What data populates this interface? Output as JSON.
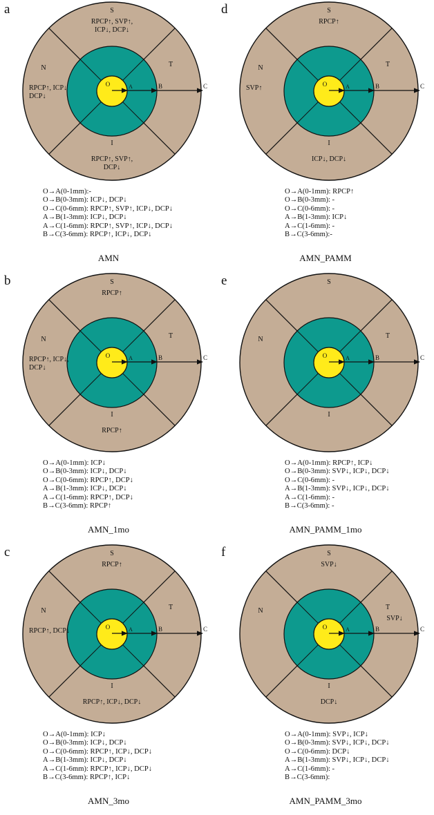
{
  "colors": {
    "outer_ring": "#c4ad96",
    "inner_ring": "#0d9a8e",
    "center": "#ffeb1a",
    "stroke": "#111111"
  },
  "labels": {
    "S": "S",
    "N": "N",
    "T": "T",
    "I": "I",
    "O": "O",
    "A": "A",
    "B": "B",
    "C": "C"
  },
  "panels": [
    {
      "letter": "a",
      "title": "AMN",
      "S": [
        "RPCP↑, SVP↑,",
        "ICP↓, DCP↓"
      ],
      "N": [
        "RPCP↑, ICP↓",
        "DCP↓"
      ],
      "T": [],
      "I": [
        "RPCP↑, SVP↑,",
        "DCP↓"
      ],
      "list": [
        "O→A(0-1mm):-",
        "O→B(0-3mm): ICP↓, DCP↓",
        "O→C(0-6mm): RPCP↑, SVP↑, ICP↓, DCP↓",
        "A→B(1-3mm): ICP↓, DCP↓",
        "A→C(1-6mm): RPCP↑, SVP↑, ICP↓, DCP↓",
        "B→C(3-6mm): RPCP↑, ICP↓, DCP↓"
      ]
    },
    {
      "letter": "b",
      "title": "AMN_1mo",
      "S": [
        "RPCP↑"
      ],
      "N": [
        "RPCP↑, ICP↓,",
        "DCP↓"
      ],
      "T": [],
      "I": [
        "RPCP↑"
      ],
      "list": [
        "O→A(0-1mm): ICP↓",
        "O→B(0-3mm): ICP↓, DCP↓",
        "O→C(0-6mm): RPCP↑, DCP↓",
        "A→B(1-3mm): ICP↓, DCP↓",
        "A→C(1-6mm): RPCP↑, DCP↓",
        "B→C(3-6mm): RPCP↑"
      ]
    },
    {
      "letter": "c",
      "title": "AMN_3mo",
      "S": [
        "RPCP↑"
      ],
      "N": [
        "RPCP↑, DCP↓"
      ],
      "T": [],
      "I": [
        "RPCP↑, ICP↓, DCP↓"
      ],
      "list": [
        "O→A(0-1mm): ICP↓",
        "O→B(0-3mm): ICP↓, DCP↓",
        "O→C(0-6mm): RPCP↑, ICP↓, DCP↓",
        "A→B(1-3mm): ICP↓, DCP↓",
        "A→C(1-6mm): RPCP↑, ICP↓, DCP↓",
        "B→C(3-6mm): RPCP↑, ICP↓"
      ]
    },
    {
      "letter": "d",
      "title": "AMN_PAMM",
      "S": [
        "RPCP↑"
      ],
      "N": [
        "SVP↑"
      ],
      "T": [],
      "I": [
        "ICP↓, DCP↓"
      ],
      "list": [
        "O→A(0-1mm): RPCP↑",
        "O→B(0-3mm): -",
        "O→C(0-6mm): -",
        "A→B(1-3mm): ICP↓",
        "A→C(1-6mm): -",
        "B→C(3-6mm):-"
      ]
    },
    {
      "letter": "e",
      "title": "AMN_PAMM_1mo",
      "S": [],
      "N": [],
      "T": [],
      "I": [],
      "list": [
        "O→A(0-1mm): RPCP↑, ICP↓",
        "O→B(0-3mm): SVP↓, ICP↓, DCP↓",
        "O→C(0-6mm): -",
        "A→B(1-3mm): SVP↓, ICP↓, DCP↓",
        "A→C(1-6mm): -",
        "B→C(3-6mm): -"
      ]
    },
    {
      "letter": "f",
      "title": "AMN_PAMM_3mo",
      "S": [
        "SVP↓"
      ],
      "N": [],
      "T": [
        "SVP↓"
      ],
      "I": [
        "DCP↓"
      ],
      "list": [
        "O→A(0-1mm): SVP↓, ICP↓",
        "O→B(0-3mm): SVP↓, ICP↓, DCP↓",
        "O→C(0-6mm): DCP↓",
        "A→B(1-3mm): SVP↓, ICP↓, DCP↓",
        "A→C(1-6mm): -",
        "B→C(3-6mm):"
      ]
    }
  ]
}
